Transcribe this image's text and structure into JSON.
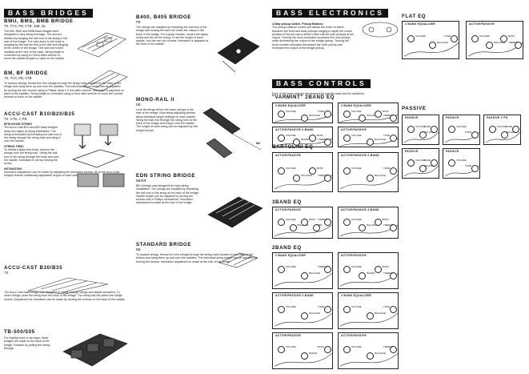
{
  "col1": {
    "banner": "BASS BRIDGES",
    "s1": {
      "title": "BMU, BMS, BMB BRIDGE",
      "models": "TS, TCX, PB, CTB, JSB, 25",
      "text": "The BM, BMS and BMB bass bridges were designed to vary string leverage. The second allotted by hanging the ball end of the string in the rear of the bridge. The hole down to the body is hanging by the ball the first is the ball end hanging at the center of the bridge. The ball end is then installed at the rear of the bass. String length is controlled by using a 2.5mm Allen wrench to move the saddle forward or back on the saddle."
    },
    "s2": {
      "title": "BM, BF BRIDGE",
      "models": "TS, TCX, PB, CTB",
      "text": "To replace strings, thread the new strings through the string holes located on the back of the bridge and hang them up and over the saddles. The individual string height can be adjusted by turning the hex screws using a Phillips head 1.5 mm allen wrench. Intonation is adjusted on each of the saddles. String length is controlled using a 2mm allen wrench to move the screws forward or back on the saddle."
    },
    "s3": {
      "title": "ACCU-CAST B10/B20/B25",
      "models": "TS, CTB, J, PB",
      "label1": "BTW-ROOM STRING",
      "text1": "The Accu-Cast B10 and B20 bass bridges allow two styles of string installation. The string is threaded by threading the ball end of the string through the string hole and hang it over the saddle.",
      "label2": "STRING THRU",
      "text2": "To thread a Bass thru-body, remove the strings from the string hole. String the ball end of the string through the body and over the saddle. Intonation is set by moving the screw.",
      "label3": "INTONATION",
      "text3": "Intonation adjustment can be made by adjusting the intonation screws. All of the Accu-Cast bridges feature individually adjustable height on each saddle."
    },
    "s4": {
      "title": "ACCU-CAST B30/B35",
      "models": "TS",
      "text": "The Accu-Cast bass bridge was designed to easily change strings and adjust intonation. To insert strings, push the string from the back of the bridge. The string ball sits within the bridge recess. Adjustment for intonation can be made by moving the screws on the back of the saddle."
    },
    "s5": {
      "title": "TB-500/505",
      "text": "For slightly more or stronger, these bridges are made to the back of the bridge. Replace by pulling the string through."
    }
  },
  "col2": {
    "s1": {
      "title": "B400, B405 BRIDGE",
      "models": "PB",
      "text": "The strings are installed by threading the ball end of the bridge and locking the ball end under the clamp in the back of the bridge. For a quick release, loosen the clamp screw and lift out the string. To set the height of each saddle, turn the two hex screws. Intonation is adjusted at the front of the saddle."
    },
    "s2": {
      "title": "MONO-RAIL II",
      "models": "BB",
      "callout": "M4",
      "text": "Lock all strings before the bass: strings in the rear of the bridge. Now string adjusting screws allow individual height settings for each saddle. String the ball end through the string hole at the back of the bridge and bring it over the saddle. The height of each string can be adjusted by the height screws."
    },
    "s3": {
      "title": "EDN STRING BRIDGE",
      "models": "BB/DR",
      "text": "BB 3-bridge was designed for easy string installation. The strings are installed by threading the ball end of the string at the back of the bridge. Saddle height can be adjusted by turning the screws with a Phillips screwdriver. Intonation adjustment is made at the rear of the bridge."
    },
    "s4": {
      "title": "STANDARD BRIDGE",
      "models": "BB",
      "text": "To replace strings, thread the new strings through the string holes located on the back of the bottom and hang them up and over the saddles. The individual string height can be adjusted by turning the screws. Intonation adjustment is made at the rear of the bridge."
    }
  },
  "col3": {
    "banner1": "BASS ELECTRONICS",
    "intro_title": "4-Way pickup switch, Pickup Balance",
    "intro": "The pickup balance control pot allows the mixer to blend between the front and back pickups ranging in depth the center position of the pot has a detent which will set both pickups at full output. Turning the knob clockwise increases the neck pickup while decreasing the output of the bridge pickup. Turning the knob counter clockwise decreases the neck pickup and increases the output of the bridge pickup.",
    "banner2": "BASS CONTROLS",
    "controls_intro": "Each of the bass pickups are grouped by specific bass and its variations.",
    "sec_varmint": "\"VARMINT\" 2BAND EQ",
    "sec_bart": "BARTOLINI EQ",
    "sec_3band": "3BAND EQ",
    "sec_2band": "2BAND EQ",
    "diagrams": {
      "varmint": [
        {
          "label": "2 BAND EQUALIZER",
          "k": [
            "VOLUME",
            "BALANCE",
            "TONE"
          ]
        },
        {
          "label": "3 BAND EQUALIZER",
          "k": [
            "VOLUME",
            "BALANCE",
            "BASS",
            "TREBLE"
          ]
        },
        {
          "label": "ACTIVE/PASSIVE 2-BAND",
          "k": [
            "VOLUME",
            "BLEND",
            "BASS",
            "TREBLE"
          ]
        },
        {
          "label": "ACTIVE/PASSIVE",
          "k": [
            "VOLUME",
            "BALANCE",
            "TONE"
          ]
        }
      ],
      "bart": [
        {
          "label": "ACTIVE/PASSIVE",
          "k": [
            "VOLUME",
            "BALANCE",
            "BASS",
            "TREBLE"
          ]
        },
        {
          "label": "ACTIVE/PASSIVE 2-BAND",
          "k": [
            "VOLUME",
            "BALANCE",
            "TONE"
          ]
        }
      ],
      "three": [
        {
          "label": "ACTIVE/PASSIVE",
          "k": [
            "VOLUME",
            "BALANCE",
            "BASS",
            "MID",
            "TREBLE"
          ]
        },
        {
          "label": "ACTIVE/PASSIVE 3-BAND",
          "k": [
            "VOLUME",
            "BALANCE",
            "BASS",
            "TREBLE"
          ]
        }
      ],
      "two": [
        {
          "label": "2 BAND EQUALIZER",
          "k": [
            "VOLUME",
            "BALANCE",
            "TREBLE"
          ]
        },
        {
          "label": "ACTIVE/PASSIVE",
          "k": [
            "VOLUME",
            "BLEND",
            "BASS",
            "TREBLE"
          ]
        },
        {
          "label": "ACTIVE/PASSIVE 2-BAND",
          "k": [
            "VOLUME",
            "BALANCE",
            "TONE"
          ]
        },
        {
          "label": "2 BAND EQUALIZER",
          "k": [
            "VOLUME",
            "BALANCE",
            "TONE"
          ]
        },
        {
          "label": "ACTIVE/PASSIVE",
          "k": [
            "VOLUME",
            "BLEND",
            "BASS"
          ]
        },
        {
          "label": "ACTIVE/PASSIVE",
          "k": [
            "VOLUME",
            "BALANCE",
            "TREBLE"
          ]
        }
      ]
    }
  },
  "col4": {
    "sec_flat": "FLAT EQ",
    "sec_passive": "PASSIVE",
    "diagrams": {
      "flat": [
        {
          "label": "2 BAND EQUALIZER",
          "k": [
            "VOLUME",
            "BALANCE",
            "TONE"
          ]
        },
        {
          "label": "ACTIVE/PASSIVE",
          "k": [
            "VOLUME",
            "BALANCE",
            "BASS",
            "TREBLE"
          ]
        }
      ],
      "passive": [
        {
          "label": "PASSIVE",
          "k": [
            "VOLUME",
            "VOLUME",
            "TONE"
          ]
        },
        {
          "label": "PASSIVE",
          "k": [
            "VOLUME",
            "TONE"
          ]
        },
        {
          "label": "PASSIVE 2 PU",
          "k": [
            "VOLUME",
            "VOLUME",
            "TONE"
          ]
        },
        {
          "label": "PASSIVE",
          "k": [
            "VOLUME",
            "BALANCE",
            "TONE"
          ]
        },
        {
          "label": "PASSIVE",
          "k": [
            "VOLUME",
            "TONE"
          ]
        }
      ]
    }
  }
}
